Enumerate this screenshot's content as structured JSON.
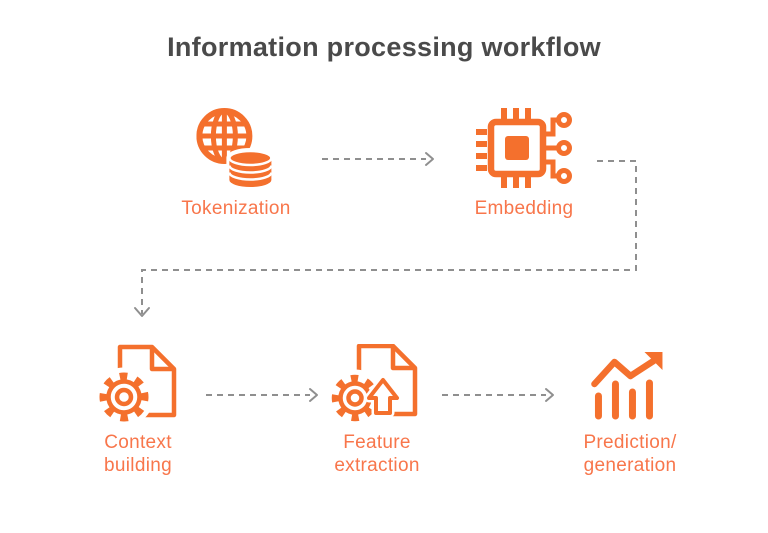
{
  "title": "Information processing workflow",
  "colors": {
    "accent": "#F4702D",
    "label": "#F8764B",
    "title": "#4A4A4A",
    "connector": "#8F8F8F",
    "background": "#FFFFFF"
  },
  "nodes": [
    {
      "id": "tokenization",
      "label": "Tokenization",
      "icon": "globe-database-icon"
    },
    {
      "id": "embedding",
      "label": "Embedding",
      "icon": "chip-circuit-icon"
    },
    {
      "id": "context-building",
      "label": "Context\nbuilding",
      "icon": "document-gear-icon"
    },
    {
      "id": "feature-extraction",
      "label": "Feature\nextraction",
      "icon": "document-gear-arrow-icon"
    },
    {
      "id": "prediction-generation",
      "label": "Prediction/\ngeneration",
      "icon": "growth-chart-icon"
    }
  ],
  "connectors": [
    {
      "from": "tokenization",
      "to": "embedding",
      "style": "dashed-arrow"
    },
    {
      "from": "embedding",
      "to": "context-building",
      "style": "dashed-elbow-arrow"
    },
    {
      "from": "context-building",
      "to": "feature-extraction",
      "style": "dashed-arrow"
    },
    {
      "from": "feature-extraction",
      "to": "prediction-generation",
      "style": "dashed-arrow"
    }
  ]
}
